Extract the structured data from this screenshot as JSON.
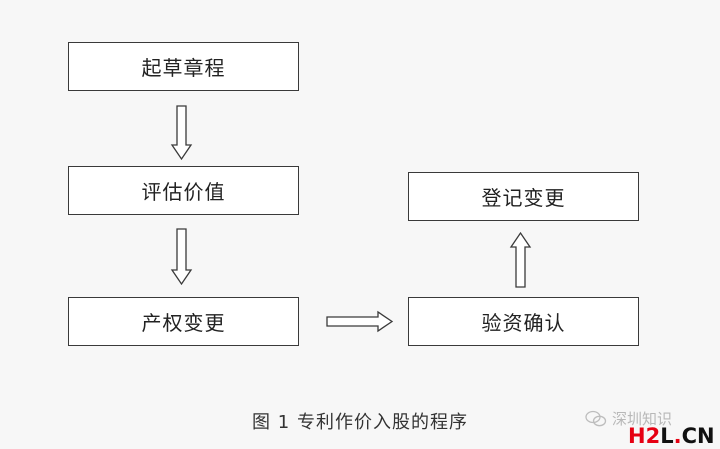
{
  "diagram": {
    "steps": [
      {
        "id": "s1",
        "label": "起草章程"
      },
      {
        "id": "s2",
        "label": "评估价值"
      },
      {
        "id": "s3",
        "label": "产权变更"
      },
      {
        "id": "s4",
        "label": "验资确认"
      },
      {
        "id": "s5",
        "label": "登记变更"
      }
    ],
    "edges": [
      {
        "from": "s1",
        "to": "s2",
        "direction": "down"
      },
      {
        "from": "s2",
        "to": "s3",
        "direction": "down"
      },
      {
        "from": "s3",
        "to": "s4",
        "direction": "right"
      },
      {
        "from": "s4",
        "to": "s5",
        "direction": "up"
      }
    ]
  },
  "caption": "图 1  专利作价入股的程序",
  "watermark": {
    "icon": "wechat-icon",
    "text": "深圳知识",
    "logo": {
      "h2": "H2",
      "l": "L",
      "dot": ".",
      "cn": "CN"
    }
  },
  "colors": {
    "border": "#3a3a3a",
    "logo_red": "#e60012"
  }
}
